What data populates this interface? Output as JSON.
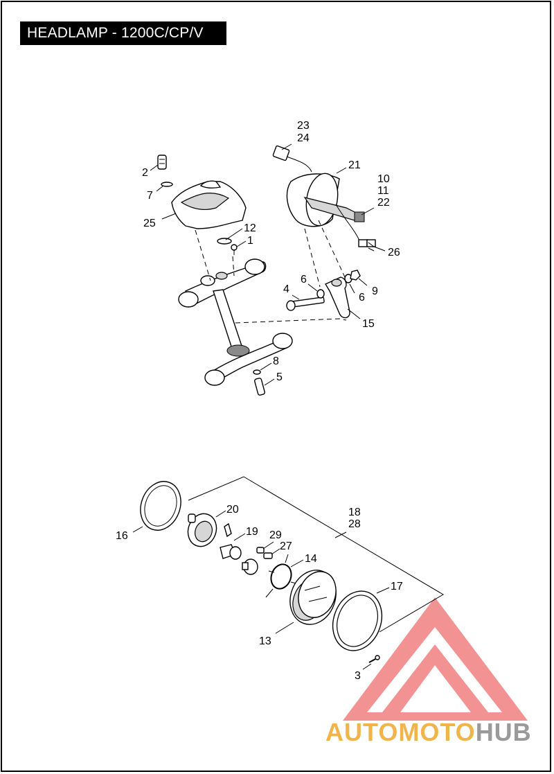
{
  "title": "HEADLAMP - 1200C/CP/V",
  "callouts": {
    "c23": "23",
    "c24": "24",
    "c21": "21",
    "c10": "10",
    "c11": "11",
    "c22": "22",
    "c2": "2",
    "c7": "7",
    "c25": "25",
    "c12": "12",
    "c1": "1",
    "c26": "26",
    "c6a": "6",
    "c4": "4",
    "c9": "9",
    "c6b": "6",
    "c15": "15",
    "c8": "8",
    "c5": "5",
    "c20": "20",
    "c18": "18",
    "c28": "28",
    "c16": "16",
    "c19": "19",
    "c29": "29",
    "c27": "27",
    "c14": "14",
    "c17": "17",
    "c13": "13",
    "c3": "3"
  },
  "watermark": {
    "part1": "AUTO",
    "part2": "MOTO",
    "part3": "HUB",
    "colors": {
      "triangle": "#f08080",
      "auto": "#f0b44a",
      "hub": "#9a9a9a"
    }
  }
}
